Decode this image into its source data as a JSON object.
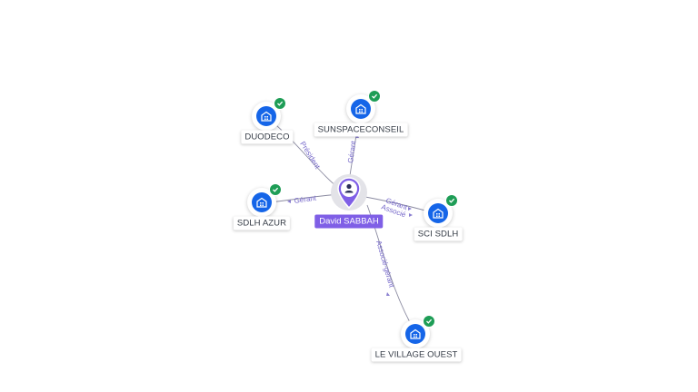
{
  "person": {
    "name": "David SABBAH",
    "icon": "person-icon",
    "color": "#7f5fe6"
  },
  "companies": [
    {
      "id": "duodeco",
      "name": "DUODECO"
    },
    {
      "id": "sunspace",
      "name": "SUNSPACECONSEIL"
    },
    {
      "id": "sdlh-azur",
      "name": "SDLH AZUR"
    },
    {
      "id": "sci-sdlh",
      "name": "SCI SDLH"
    },
    {
      "id": "le-village",
      "name": "LE VILLAGE OUEST"
    }
  ],
  "relations": {
    "duodeco": "Président",
    "sunspace": "Gérant",
    "sdlh_azur": "Gérant",
    "sci_sdlh_1": "Gérant",
    "sci_sdlh_2": "Associé",
    "le_village": "Associé-gérant"
  },
  "colors": {
    "company": "#1565e8",
    "verified": "#1e9d56",
    "edge": "#8a8aa0",
    "edge_label": "#7466c9"
  },
  "icons": {
    "company": "building-icon",
    "verified": "check-icon"
  }
}
